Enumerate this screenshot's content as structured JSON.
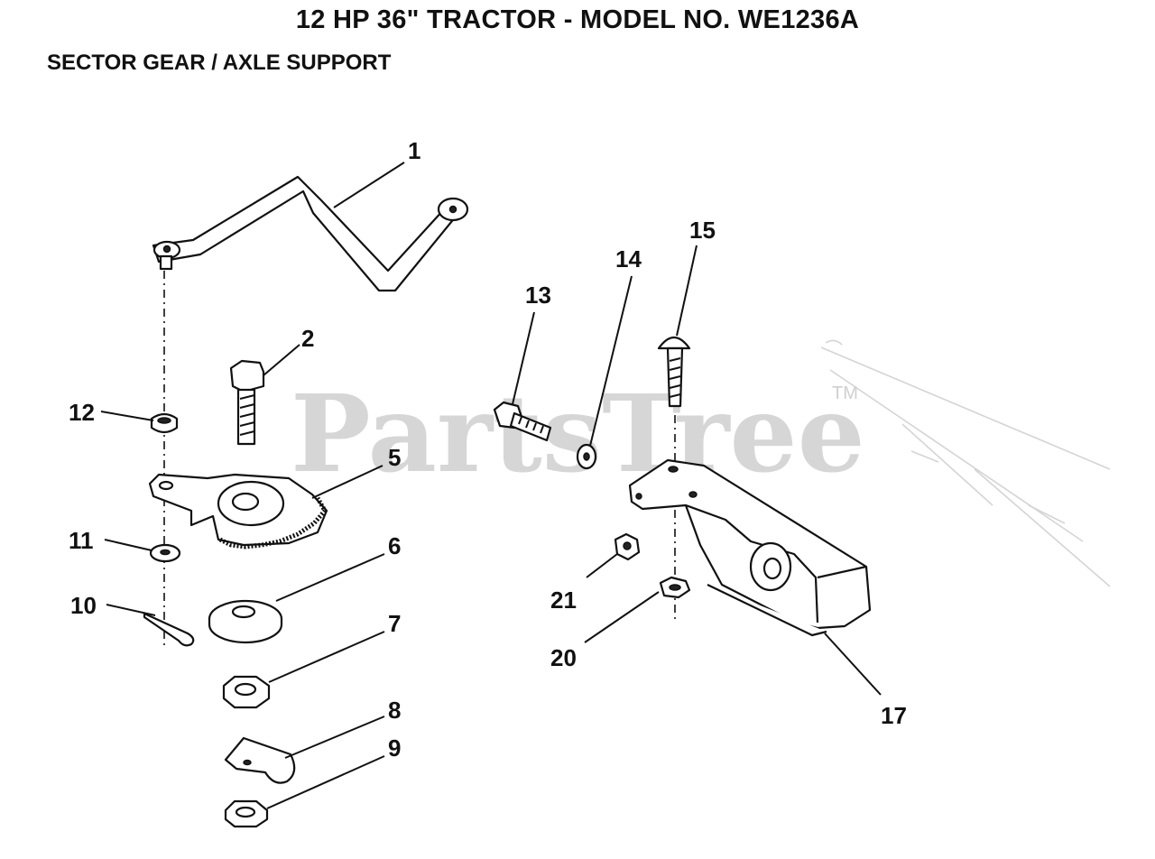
{
  "header": {
    "title": "12 HP 36\" TRACTOR - MODEL NO. WE1236A",
    "subtitle": "SECTOR GEAR / AXLE SUPPORT"
  },
  "watermark": {
    "text": "PartsTree",
    "tm": "TM"
  },
  "callouts": {
    "c1": "1",
    "c2": "2",
    "c5": "5",
    "c6": "6",
    "c7": "7",
    "c8": "8",
    "c9": "9",
    "c10": "10",
    "c11": "11",
    "c12": "12",
    "c13": "13",
    "c14": "14",
    "c15": "15",
    "c17": "17",
    "c20": "20",
    "c21": "21"
  },
  "colors": {
    "ink": "#111111",
    "watermark": "#cfcfcf",
    "background": "#ffffff"
  }
}
